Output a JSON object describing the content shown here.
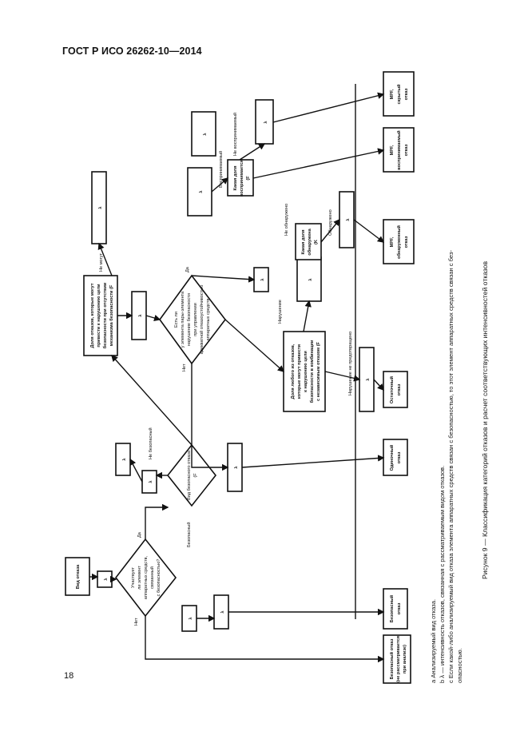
{
  "header": {
    "title": "ГОСТ Р ИСО 26262-10—2014"
  },
  "page_number": "18",
  "caption": "Рисунок 9 — Классификация категорий отказов и расчет соответствующих интенсивностей отказов",
  "footnotes": {
    "a": "а Анализируемый вид отказа.",
    "b": "b λ — интенсивность отказов, связанная с рассматриваемым видом отказов.",
    "c1": "с Если какой-либо анализируемый вид отказа элемента аппаратных средств связан с безопасностью, то этот элемент аппаратных средств связан с без-",
    "c2": "опасностью."
  },
  "nodes": {
    "start": "Вид отказа",
    "lambda": "λ",
    "q1": [
      "Участвует",
      "ли элемент",
      "аппаратных средств,",
      "связанный",
      "с безопасностью?"
    ],
    "q2": [
      "Вид безопасного отказа",
      "(F"
    ],
    "q3": [
      "Есть ли",
      "у элемента пары-элемента",
      "нарушение безопасности",
      "при управлении",
      "адекватной отказоустойчивостью",
      "аппаратных средств"
    ],
    "nsr": "λ",
    "lambda_s_hw": "λ",
    "lambda_s": "λ",
    "lambda_nsr": "λ",
    "f_safe": "λ",
    "rf_box": [
      "Доля отказов, которые могут",
      "привести к нарушению цели",
      "безопасности при отсутствии",
      "механизма безопасности (F"
    ],
    "rf_spf": "λ",
    "rf_rf": "λ",
    "rf_spf2": "λ",
    "mpf_box": [
      "Доля любого из отказов,",
      "которые могут привести",
      "к нарушению цели",
      "безопасности в комбинации",
      "с независимым отказом (F"
    ],
    "lambda_mpf_d": "λ",
    "lambda_mpf_p": "λ",
    "lambda_mpf_l": "λ",
    "lambda_rf_d": "λ",
    "mpf_detect_box": [
      "Какая доля",
      "обнаружена",
      "(K"
    ],
    "mpf_perceive_box": [
      "Какая доля",
      "воспринимается",
      "(F"
    ],
    "lambda_mpf_dd": "λ",
    "lambda_mpf_pp": "λ",
    "mpf_latent_calc": "λ",
    "lambda_fault_dd": "λ",
    "lambda_rf_dd": "λ"
  },
  "edge_labels": {
    "no": "Нет",
    "yes": "Да",
    "safe": "Безопасный",
    "not_safe": "Не безопасный",
    "violate": "Нарушение",
    "violate_no_prevent": "Нарушение не предотвращено",
    "not_perceived": "Не воспринимаемый",
    "perceived": "Воспринимаемый",
    "not_detected": "Не обнаружено",
    "detected": "Обнаружено",
    "can_lead": "Не могут",
    "violation_no_prevent": "Нарушение не предотвращено"
  },
  "outcomes": {
    "no_effect": [
      "Безопасный отказ",
      "(не рассматривается",
      "при анализе)"
    ],
    "safe_fault": [
      "Безопасный",
      "отказ"
    ],
    "single_fault": [
      "Одиночный",
      "отказ"
    ],
    "residual_fault": [
      "Остаточный",
      "отказ"
    ],
    "mpf_detected": [
      "МРF,",
      "обнаруженный",
      "отказ"
    ],
    "mpf_perceived": [
      "МРF,",
      "воспринимаемый",
      "отказ"
    ],
    "mpf_latent": [
      "МРF,",
      "скрытый",
      "отказ"
    ]
  }
}
